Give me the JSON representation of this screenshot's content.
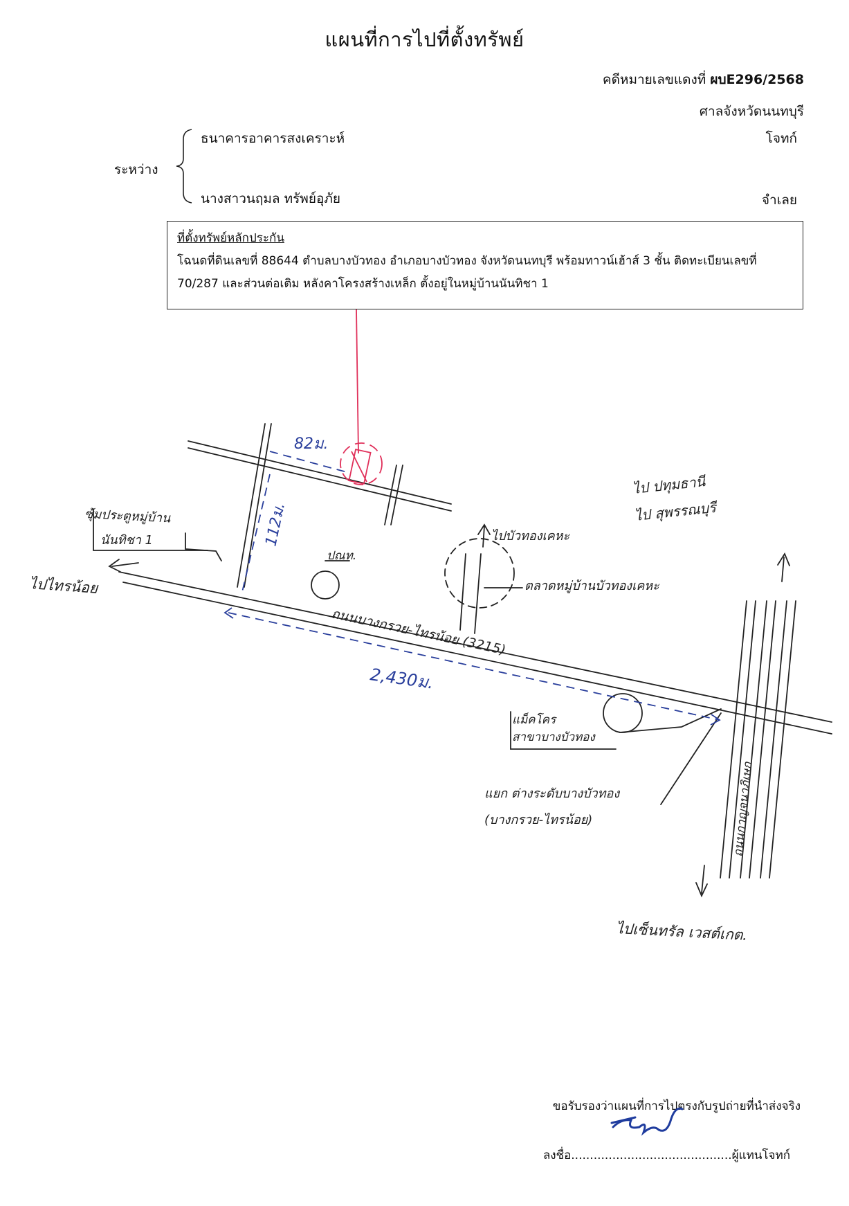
{
  "header": {
    "title": "แผนที่การไปที่ตั้งทรัพย์",
    "case_label": "คดีหมายเลขแดงที่",
    "case_number": "ผบE296/2568",
    "court": "ศาลจังหวัดนนทบุรี"
  },
  "parties": {
    "between_label": "ระหว่าง",
    "plaintiff_name": "ธนาคารอาคารสงเคราะห์",
    "plaintiff_role": "โจทก์",
    "defendant_name": "นางสาวนฤมล  ทรัพย์อุภัย",
    "defendant_role": "จำเลย"
  },
  "property_box": {
    "heading": "ที่ตั้งทรัพย์หลักประกัน",
    "line1": "โฉนดที่ดินเลขที่ 88644 ตำบลบางบัวทอง อำเภอบางบัวทอง จังหวัดนนทบุรี พร้อมทาวน์เฮ้าส์ 3 ชั้น ติดทะเบียนเลขที่",
    "line2": "70/287 และส่วนต่อเติม หลังคาโครงสร้างเหล็ก ตั้งอยู่ในหมู่บ้านนันทิชา 1"
  },
  "map": {
    "distance_top": "82ม.",
    "distance_side": "112ม.",
    "distance_main": "2,430ม.",
    "village_gate_line1": "ซุ้มประตูหมู่บ้าน",
    "village_gate_line2": "นันทิชา 1",
    "to_sai_noi": "ไปไทรน้อย",
    "post_office": "ปณท.",
    "to_bua_thong": "ไปบัวทองเคหะ",
    "market": "ตลาดหมู่บ้านบัวทองเคหะ",
    "main_road": "ถนนบางกรวย-ไทรน้อย (3215)",
    "to_pathum_line1": "ไป ปทุมธานี",
    "to_pathum_line2": "ไป สุพรรณบุรี",
    "metro_line1": "แม็คโคร",
    "metro_line2": "สาขาบางบัวทอง",
    "intersection_line1": "แยก ต่างระดับบางบัวทอง",
    "intersection_line2": "(บางกรวย-ไทรน้อย)",
    "highway": "ถนนกาญจนาภิเษก",
    "to_central": "ไปเซ็นทรัล เวสต์เกต."
  },
  "footer": {
    "certify": "ขอรับรองว่าแผนที่การไปตรงกับรูปถ่ายที่นำส่งจริง",
    "sign_label": "ลงชื่อ",
    "sign_dots": "...........................................",
    "sign_role": "ผู้แทนโจทก์"
  },
  "colors": {
    "pen_black": "#222222",
    "pen_blue": "#2a3f9c",
    "pen_red": "#e0305a",
    "ink_signature": "#1f3c9e"
  }
}
